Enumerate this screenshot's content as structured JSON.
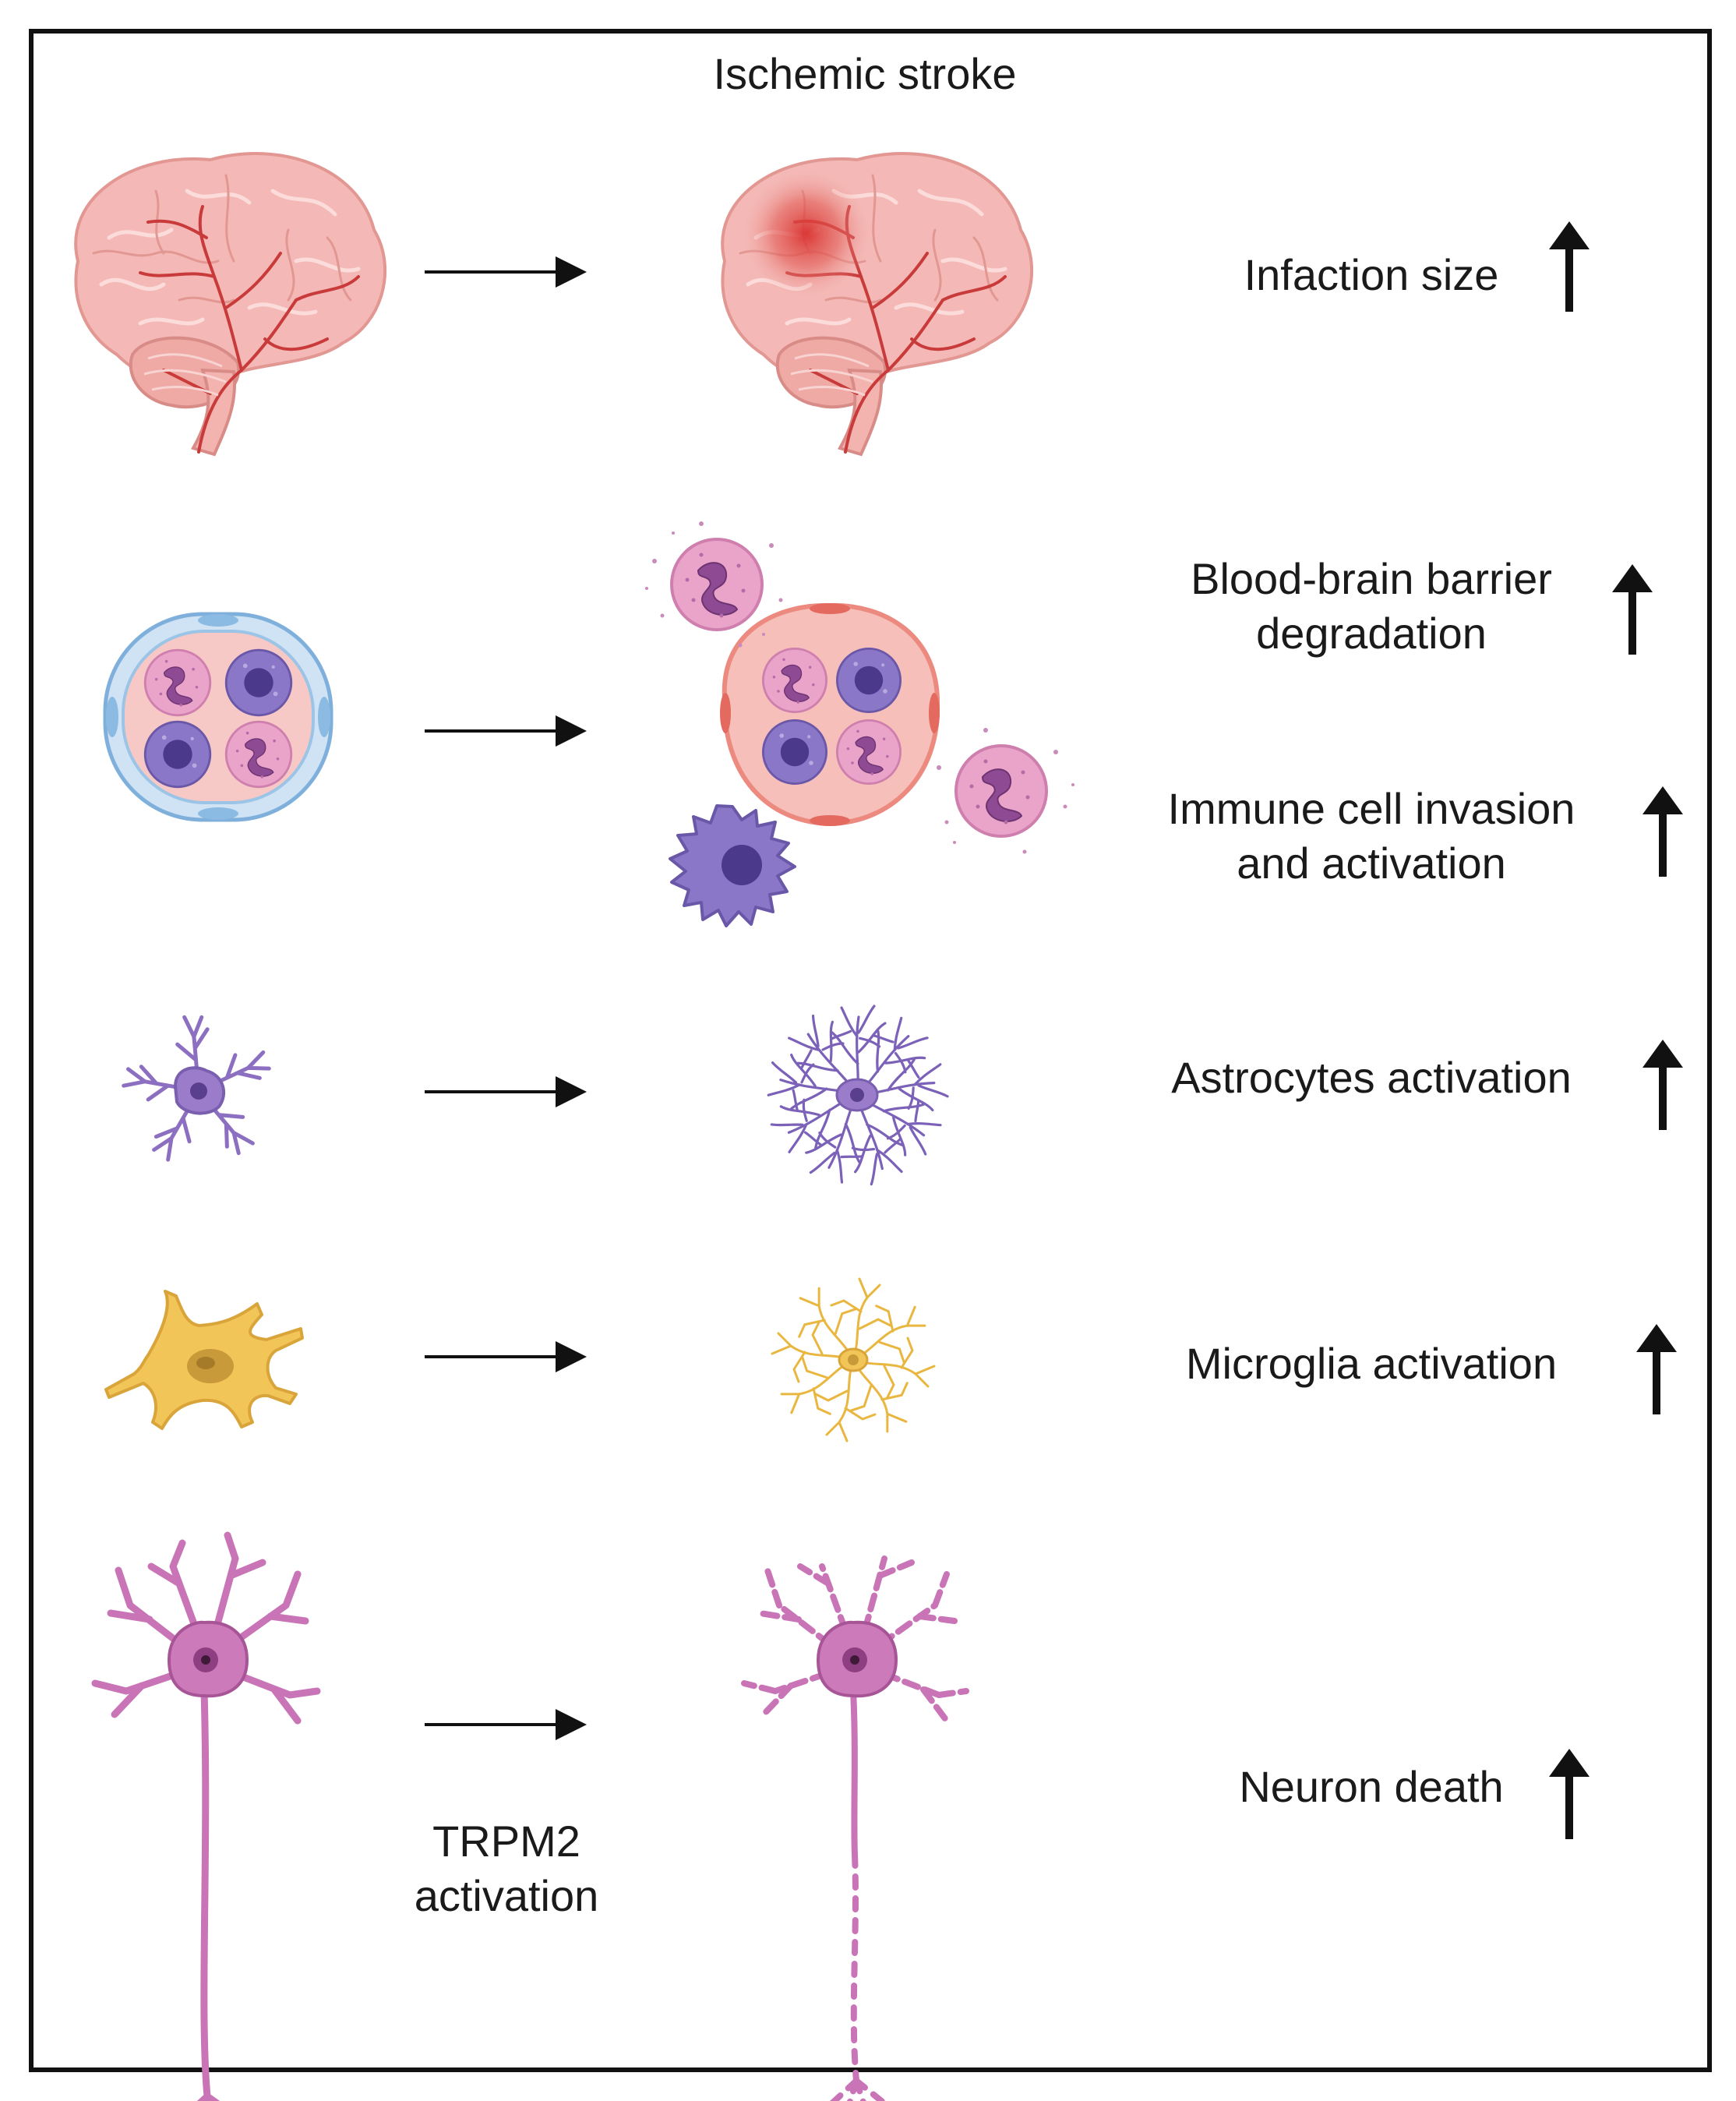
{
  "title": "Ischemic stroke",
  "trigger_label": [
    "TRPM2",
    "activation"
  ],
  "effects": [
    {
      "id": "infarction",
      "lines": [
        "Infaction size"
      ],
      "direction": "increase"
    },
    {
      "id": "bbb",
      "lines": [
        "Blood-brain barrier",
        "degradation"
      ],
      "direction": "increase"
    },
    {
      "id": "immune",
      "lines": [
        "Immune cell invasion",
        "and activation"
      ],
      "direction": "increase"
    },
    {
      "id": "astrocytes",
      "lines": [
        "Astrocytes activation"
      ],
      "direction": "increase"
    },
    {
      "id": "microglia",
      "lines": [
        "Microglia activation"
      ],
      "direction": "increase"
    },
    {
      "id": "neuron",
      "lines": [
        "Neuron death"
      ],
      "direction": "increase"
    }
  ],
  "colors": {
    "brain": "#f2b6b3",
    "brain_vessel": "#c93a3a",
    "lesion": "#d9302e",
    "vessel_lumen": "#f7c9c6",
    "endothelium": "#a9cdea",
    "neutrophil": "#e8a3c8",
    "lymphocyte": "#7c6bbf",
    "astrocyte": "#8c6fc0",
    "microglia": "#f2c559",
    "neuron": "#c874b6",
    "arrow": "#111111"
  },
  "icons": [
    "brain-healthy-icon",
    "brain-infarct-icon",
    "vessel-intact-icon",
    "vessel-damaged-icon",
    "astrocyte-resting-icon",
    "astrocyte-reactive-icon",
    "microglia-resting-icon",
    "microglia-activated-icon",
    "neuron-healthy-icon",
    "neuron-dying-icon",
    "up-arrow-icon",
    "right-arrow-icon"
  ]
}
